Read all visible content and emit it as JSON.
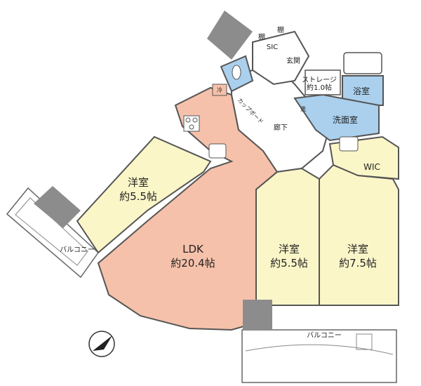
{
  "colors": {
    "ldk": "#f6c1aa",
    "room": "#fbf6c8",
    "wet": "#aad0ee",
    "pillar": "#8c8c8c",
    "hall": "#ffffff",
    "wall": "#555555"
  },
  "rooms": {
    "western1": {
      "name": "洋室",
      "size": "約5.5帖"
    },
    "ldk": {
      "name": "LDK",
      "size": "約20.4帖"
    },
    "western2": {
      "name": "洋室",
      "size": "約5.5帖"
    },
    "western3": {
      "name": "洋室",
      "size": "約7.5帖"
    },
    "wic": "WIC",
    "bath": "浴室",
    "washroom": "洗面室",
    "storage": {
      "name": "ストレージ",
      "size": "約1.0帖"
    },
    "entrance": "玄関",
    "sic": "SIC",
    "shelf1": "棚",
    "shelf2": "棚",
    "hallway": "廊下",
    "cupboard": "カップボード",
    "fridge": "冷",
    "washer": "洗",
    "balcony_left": "バルコニー",
    "balcony_bottom": "バルコニー"
  },
  "icons": [
    "compass-icon",
    "toilet-icon",
    "stove-icon",
    "sink-icon",
    "bathtub-icon",
    "washbasin-icon"
  ]
}
